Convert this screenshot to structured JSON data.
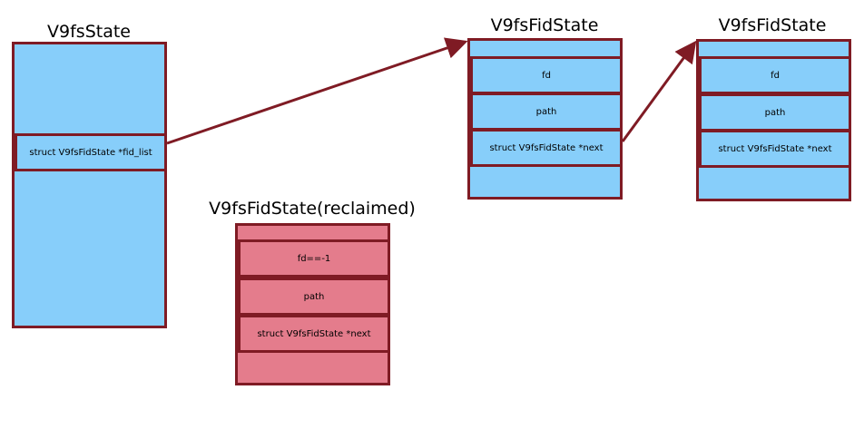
{
  "v9fs_state": {
    "title": "V9fsState",
    "field_fid_list": "struct V9fsFidState *fid_list"
  },
  "fid_state_1": {
    "title": "V9fsFidState",
    "fields": [
      "fd",
      "path",
      "struct V9fsFidState *next"
    ]
  },
  "fid_state_2": {
    "title": "V9fsFidState",
    "fields": [
      "fd",
      "path",
      "struct V9fsFidState *next"
    ]
  },
  "fid_state_reclaimed": {
    "title": "V9fsFidState(reclaimed)",
    "fields": [
      "fd==-1",
      "path",
      "struct V9fsFidState *next"
    ]
  },
  "colors": {
    "border": "#7f1b24",
    "active_fill": "#87cefa",
    "reclaimed_fill": "#e47c8c",
    "arrow": "#7f1b24"
  }
}
